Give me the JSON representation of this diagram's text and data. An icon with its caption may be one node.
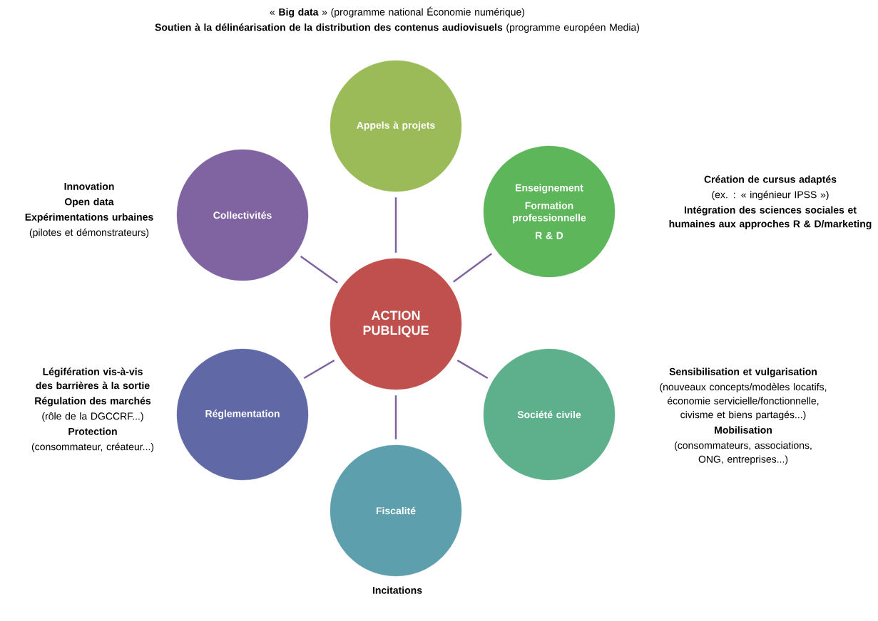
{
  "diagram": {
    "nodes": [
      {
        "text": [
          "ACTION PUBLIQUE"
        ]
      },
      {
        "text": [
          "Appels à projets"
        ],
        "beside": [
          "« **Big data** » (programme national Économie numérique)",
          "**Soutien à la délinéarisation de la distribution des contenus audiovisuels** (programme européen Media)"
        ]
      },
      {
        "text": [
          "Enseignement",
          "Formation professionnelle",
          "R & D"
        ],
        "beside": [
          "**Création de cursus adaptés**",
          "(ex. : « ingénieur IPSS »)",
          "**Intégration des sciences sociales et humaines aux approches R & D/marketing**"
        ]
      },
      {
        "text": [
          "Société civile"
        ],
        "beside": [
          "**Sensibilisation et vulgarisation**",
          "(nouveaux concepts/modèles locatifs, économie servicielle/fonctionnelle, civisme et biens partagés...)",
          "**Mobilisation**",
          "(consommateurs, associations, ONG, entreprises...)"
        ]
      },
      {
        "text": [
          "Fiscalité"
        ],
        "beside": [
          "**Incitations**"
        ]
      },
      {
        "text": [
          "Réglementation"
        ],
        "beside": [
          "**Légifération vis-à-vis des barrières à la sortie**",
          "**Régulation des marchés**",
          "(rôle de la DGCCRF...)",
          "**Protection**",
          "(consommateur, créateur...)"
        ]
      },
      {
        "text": [
          "Collectivités"
        ],
        "beside": [
          "**Innovation**",
          "**Open data**",
          "**Expérimentations urbaines**",
          "(pilotes et démonstrateurs)"
        ]
      }
    ],
    "edges": [
      {
        "from": 0,
        "to": 1,
        "arrow": "none"
      },
      {
        "from": 0,
        "to": 2,
        "arrow": "none"
      },
      {
        "from": 0,
        "to": 3,
        "arrow": "none"
      },
      {
        "from": 0,
        "to": 4,
        "arrow": "none"
      },
      {
        "from": 0,
        "to": 5,
        "arrow": "none"
      },
      {
        "from": 0,
        "to": 6,
        "arrow": "none"
      }
    ]
  }
}
